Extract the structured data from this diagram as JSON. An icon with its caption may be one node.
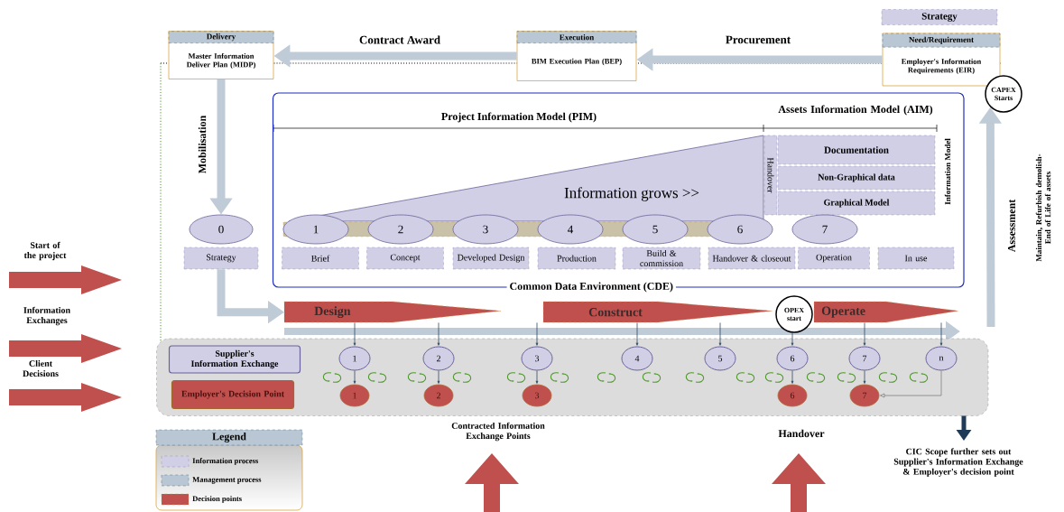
{
  "diagram": {
    "nodes": [
      {
        "text": [
          "Delivery",
          "Master Information Deliver Plan (MIDP)"
        ]
      },
      {
        "text": [
          "Execution",
          "BIM Execution Plan (BEP)"
        ]
      },
      {
        "text": [
          "Strategy"
        ]
      },
      {
        "text": [
          "Need/Requirement",
          "Employer's Information Requirements (EIR)"
        ]
      },
      {
        "text": [
          "CAPEX Starts"
        ]
      },
      {
        "text": [
          "Common Data Environment (CDE)"
        ]
      },
      {
        "text": [
          "Information grows >>"
        ],
        "in": 5
      },
      {
        "text": [
          "Handover"
        ],
        "in": 5
      },
      {
        "text": [
          "Documentation"
        ],
        "in": 5
      },
      {
        "text": [
          "Non-Graphical data"
        ],
        "in": 5
      },
      {
        "text": [
          "Graphical Model"
        ],
        "in": 5
      },
      {
        "text": [
          "0"
        ]
      },
      {
        "text": [
          "1"
        ],
        "in": 5
      },
      {
        "text": [
          "2"
        ],
        "in": 5
      },
      {
        "text": [
          "3"
        ],
        "in": 5
      },
      {
        "text": [
          "4"
        ],
        "in": 5
      },
      {
        "text": [
          "5"
        ],
        "in": 5
      },
      {
        "text": [
          "6"
        ],
        "in": 5
      },
      {
        "text": [
          "7"
        ],
        "in": 5
      },
      {
        "text": [
          "Strategy"
        ]
      },
      {
        "text": [
          "Brief"
        ],
        "in": 5
      },
      {
        "text": [
          "Concept"
        ],
        "in": 5
      },
      {
        "text": [
          "Developed Design"
        ],
        "in": 5
      },
      {
        "text": [
          "Production"
        ],
        "in": 5
      },
      {
        "text": [
          "Build & commission"
        ],
        "in": 5
      },
      {
        "text": [
          "Handover & closeout"
        ],
        "in": 5
      },
      {
        "text": [
          "Operation"
        ],
        "in": 5
      },
      {
        "text": [
          "In use"
        ],
        "in": 5
      },
      {
        "text": [
          "Design"
        ]
      },
      {
        "text": [
          "Construct"
        ]
      },
      {
        "text": [
          "OPEX start"
        ]
      },
      {
        "text": [
          "Operate"
        ]
      },
      {
        "text": [],
        "shape": "box"
      },
      {
        "text": [
          "Supplier's Information Exchange"
        ],
        "in": 32
      },
      {
        "text": [
          "Employer's Decision Point"
        ],
        "in": 32
      },
      {
        "text": [
          "1"
        ],
        "in": 32
      },
      {
        "text": [
          "2"
        ],
        "in": 32
      },
      {
        "text": [
          "3"
        ],
        "in": 32
      },
      {
        "text": [
          "4"
        ],
        "in": 32
      },
      {
        "text": [
          "5"
        ],
        "in": 32
      },
      {
        "text": [
          "6"
        ],
        "in": 32
      },
      {
        "text": [
          "7"
        ],
        "in": 32
      },
      {
        "text": [
          "n"
        ],
        "in": 32
      },
      {
        "text": [
          "1"
        ],
        "in": 32
      },
      {
        "text": [
          "2"
        ],
        "in": 32
      },
      {
        "text": [
          "3"
        ],
        "in": 32
      },
      {
        "text": [
          "6"
        ],
        "in": 32
      },
      {
        "text": [
          "7"
        ],
        "in": 32
      }
    ],
    "edges": [
      {
        "from": 3,
        "to": 1,
        "arrow": "to",
        "label": "Procurement",
        "style": "thick",
        "color": "#bfcbd6"
      },
      {
        "from": 1,
        "to": 0,
        "arrow": "to",
        "label": "Contract Award",
        "style": "thick",
        "color": "#bfcbd6"
      },
      {
        "from": 0,
        "to": 11,
        "arrow": "to",
        "label": "Mobilisation",
        "style": "thick",
        "color": "#bfcbd6"
      },
      {
        "from": null,
        "to": 4,
        "arrow": "to",
        "label": "Assessment",
        "style": "thick",
        "color": "#bfcbd6"
      },
      {
        "from": 19,
        "to": 28,
        "arrow": "to",
        "style": "thick",
        "color": "#bfcbd6"
      },
      {
        "from": 28,
        "to": 35,
        "arrow": "to"
      },
      {
        "from": 28,
        "to": 36,
        "arrow": "to"
      },
      {
        "from": 29,
        "to": 37,
        "arrow": "to"
      },
      {
        "from": 29,
        "to": 38,
        "arrow": "to"
      },
      {
        "from": 29,
        "to": 39,
        "arrow": "to"
      },
      {
        "from": 30,
        "to": 40,
        "arrow": "to"
      },
      {
        "from": 31,
        "to": 41,
        "arrow": "to"
      },
      {
        "from": 31,
        "to": 42,
        "arrow": "to"
      },
      {
        "from": 35,
        "to": 43,
        "arrow": "to"
      },
      {
        "from": 36,
        "to": 44,
        "arrow": "to"
      },
      {
        "from": 37,
        "to": 45,
        "arrow": "to"
      },
      {
        "from": 40,
        "to": 46,
        "arrow": "to"
      },
      {
        "from": 41,
        "to": 47,
        "arrow": "to"
      },
      {
        "from": 42,
        "to": 47,
        "arrow": "to",
        "color": "#808080"
      }
    ],
    "labels": [
      "Project Information Model (PIM)",
      "Assets Information Model (AIM)",
      "Information Model",
      "Maintain, Refurbish demolish- End of Life of assets",
      "Start of the project",
      "Information Exchanges",
      "Client Decisions",
      "Legend",
      "Contracted Information Exchange Points",
      "Handover",
      "CIC Scope further sets out Supplier's Information Exchange & Employer's decision point"
    ],
    "legend": [
      {
        "text": "Information process",
        "color": "#d0cfe6"
      },
      {
        "text": "Management process",
        "color": "#b8c7d3"
      },
      {
        "text": "Decision points",
        "color": "#c0504d"
      }
    ]
  }
}
